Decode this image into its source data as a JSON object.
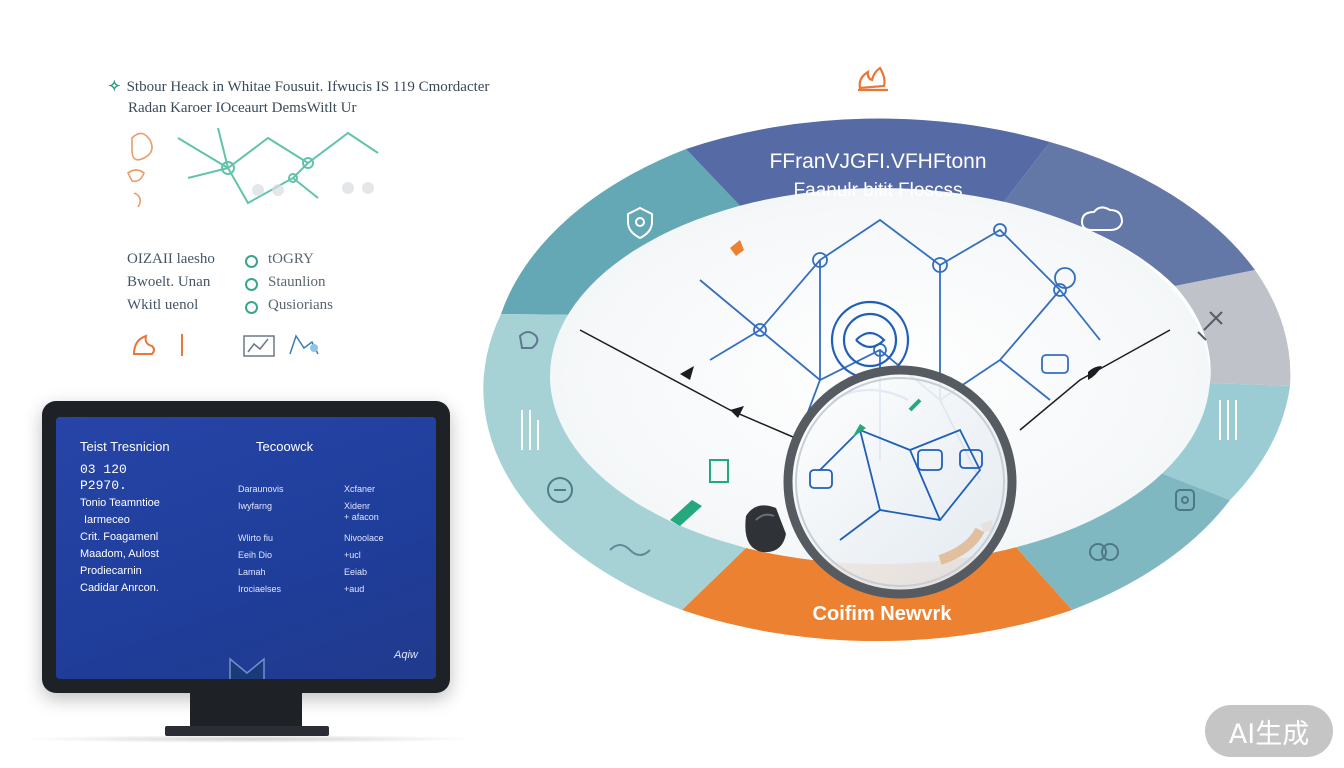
{
  "notes": {
    "line1": "Stbour Heack in  Whitae Fousuit. Ifwucis IS 119 Cmordacter",
    "line2": "Radan  Karoer IOceaurt DemsWitlt Ur",
    "legend": [
      {
        "label": "OIZAII laesho",
        "value": "tOGRY"
      },
      {
        "label": "Bwoelt. Unan",
        "value": "Staunlion"
      },
      {
        "label": "Wkitl uenol",
        "value": "Qusiorians"
      }
    ]
  },
  "monitor": {
    "title_left": "Teist Tresnicion",
    "title_right": "Tecoowck",
    "code1": "03 120",
    "code2": "P2970.",
    "left_rows": [
      "Tonio Teamntioe",
      "Iarmeceo",
      "Crit. Foagamenl",
      "Maadom, Aulost",
      "Prodiecarnin",
      "Cadidar Anrcon."
    ],
    "mid_rows": [
      "Daraunovis",
      "Iwyfarng",
      "Wlirto fiu",
      "Eeih Dio",
      "Lamah",
      "Irociaelses"
    ],
    "right_rows": [
      "Xcfaner",
      "Xidenr",
      "+ afacon",
      "Nivoolace",
      "+ucl",
      "Eeiab",
      "+aud"
    ],
    "signature": "Aqiw"
  },
  "diagram": {
    "top_label_line1": "FFranVJGFI.VFHFtonn",
    "top_label_line2": "Faanulr bitit Floscss",
    "bottom_label": "Coifim Newvrk",
    "colors": {
      "top_segment": "#566aa6",
      "top_right_segment": "#6478a8",
      "right_gray_segment": "#bfc3c9",
      "right_teal_segment": "#9cccd3",
      "bottom_right_segment": "#80b8c2",
      "bottom_orange_segment": "#ec8131",
      "left_teal_segment": "#a6d2d6",
      "upper_left_segment": "#64a8b5",
      "network_blue": "#1f5fb8"
    }
  },
  "watermark": {
    "text": "AI生成"
  }
}
